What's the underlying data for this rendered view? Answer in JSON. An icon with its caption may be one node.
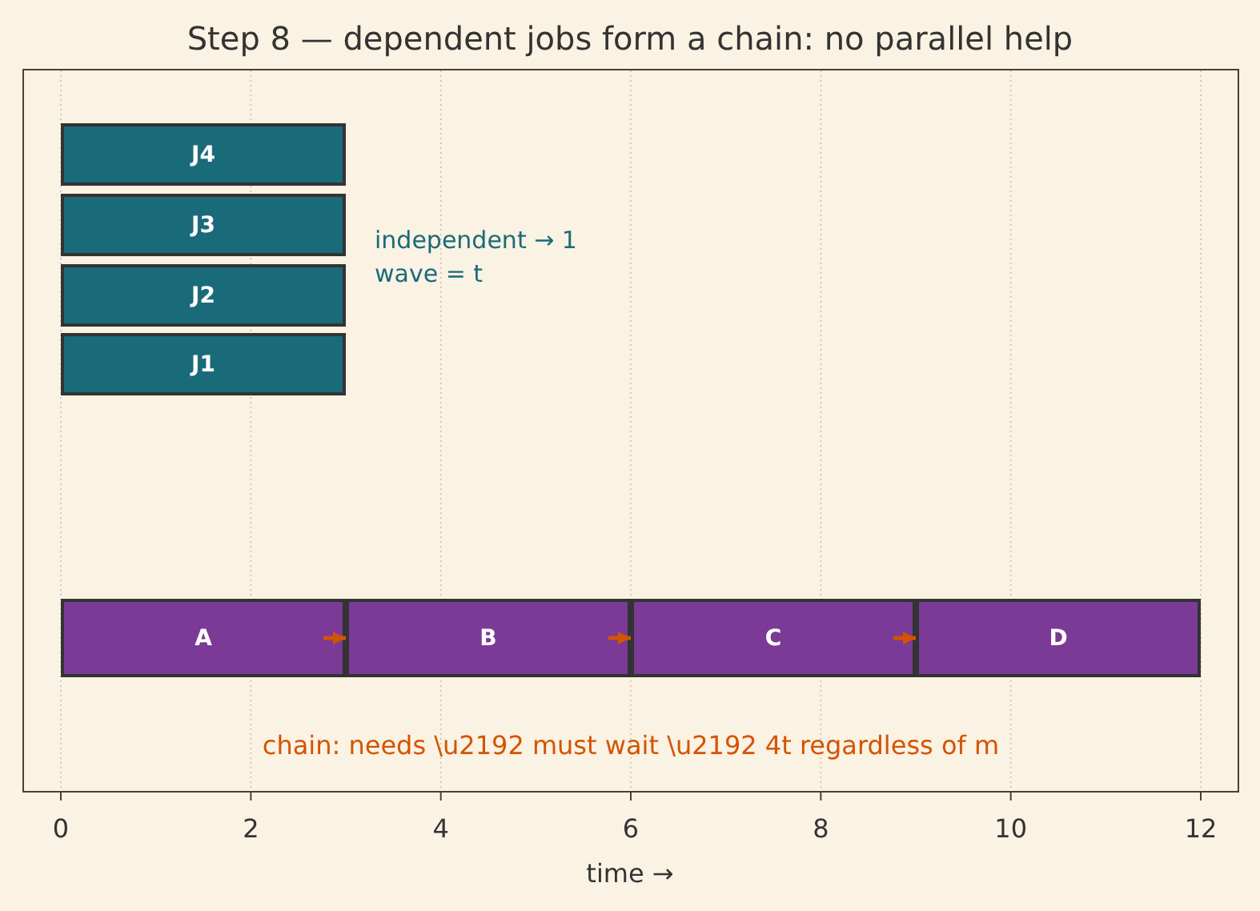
{
  "diagram": {
    "title": "Step 8 — dependent jobs form a chain: no parallel help",
    "nodes": [
      {
        "text": [
          "J4"
        ]
      },
      {
        "text": [
          "J3"
        ]
      },
      {
        "text": [
          "J2"
        ]
      },
      {
        "text": [
          "J1"
        ]
      },
      {
        "text": [
          "A"
        ]
      },
      {
        "text": [
          "B"
        ]
      },
      {
        "text": [
          "C"
        ]
      },
      {
        "text": [
          "D"
        ]
      }
    ],
    "edges": [
      {
        "from": 4,
        "to": 5,
        "arrow": "to",
        "color": "#d35400"
      },
      {
        "from": 5,
        "to": 6,
        "arrow": "to",
        "color": "#d35400"
      },
      {
        "from": 6,
        "to": 7,
        "arrow": "to",
        "color": "#d35400"
      }
    ],
    "labels": [
      "independent → 1 wave = t",
      "chain: needs \\u2192 must wait \\u2192 4t regardless of m",
      "0",
      "2",
      "4",
      "6",
      "8",
      "10",
      "12",
      "time →"
    ]
  }
}
